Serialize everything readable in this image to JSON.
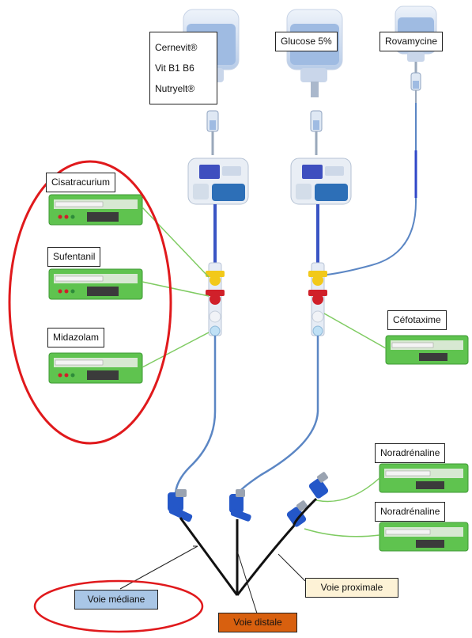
{
  "bags": {
    "left_lines": [
      "Cernevit®",
      "Vit B1 B6",
      "Nutryelt®"
    ],
    "middle": "Glucose 5%",
    "right": "Rovamycine"
  },
  "syringe_pumps": {
    "cisatracurium": "Cisatracurium",
    "sufentanil": "Sufentanil",
    "midazolam": "Midazolam",
    "cefotaxime": "Céfotaxime",
    "noradrenaline_1": "Noradrénaline",
    "noradrenaline_2": "Noradrénaline"
  },
  "routes": {
    "median": "Voie médiane",
    "distal": "Voie distale",
    "proximal": "Voie proximale"
  },
  "colors": {
    "highlight_ellipse": "#e0191c",
    "pump_green": "#5fc34f",
    "tubing_blue": "#5b86c4",
    "link_green": "#7fcb62",
    "connector_yellow": "#f2c91a",
    "connector_red": "#d0202a",
    "catheter_black": "#111111",
    "median_fill": "#a9c6e6",
    "distal_fill": "#d8600f",
    "proximal_fill": "#fdf2d6"
  },
  "icons": [
    "iv-bag-icon",
    "drip-chamber-icon",
    "volumetric-pump-icon",
    "syringe-pump-icon",
    "three-way-stopcock-icon",
    "catheter-hub-icon"
  ]
}
